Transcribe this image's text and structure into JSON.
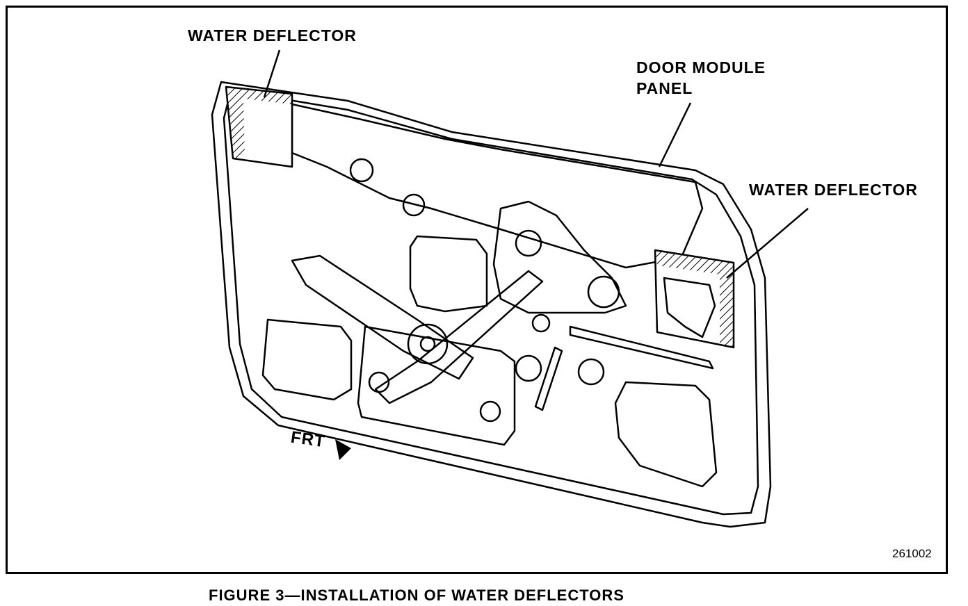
{
  "labels": {
    "water_deflector_top": "WATER DEFLECTOR",
    "door_module_line1": "DOOR MODULE",
    "door_module_line2": "PANEL",
    "water_deflector_right": "WATER DEFLECTOR",
    "front_arrow": "FRT"
  },
  "figure_id": "261002",
  "caption": "FIGURE 3—INSTALLATION OF WATER DEFLECTORS"
}
